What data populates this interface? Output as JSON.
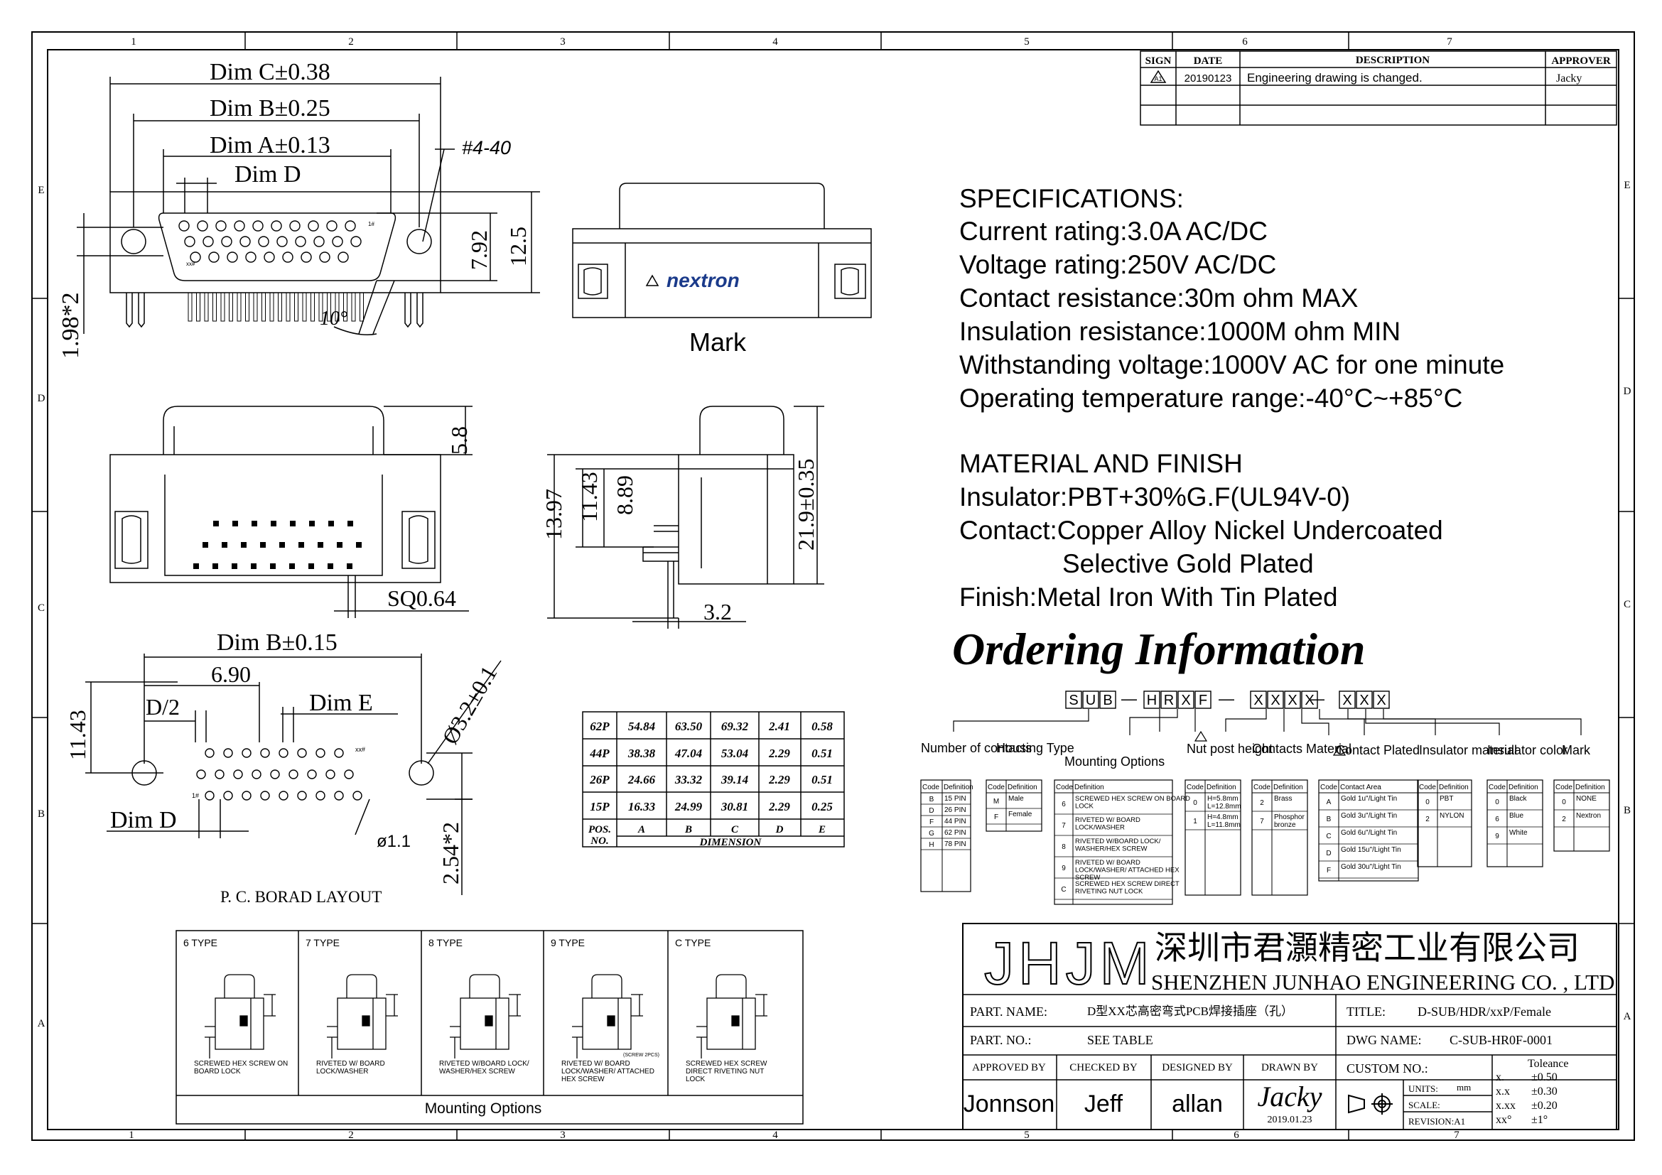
{
  "frame": {
    "cols_top": [
      "1",
      "2",
      "3",
      "4",
      "5",
      "6",
      "7"
    ],
    "cols_bottom": [
      "1",
      "2",
      "3",
      "4",
      "5",
      "6",
      "7"
    ],
    "rows": [
      "E",
      "D",
      "C",
      "B",
      "A"
    ]
  },
  "revision": {
    "headers": {
      "sign": "SIGN",
      "date": "DATE",
      "description": "DESCRIPTION",
      "approver": "APPROVER"
    },
    "rows": [
      {
        "date": "20190123",
        "description": "Engineering  drawing   is changed.",
        "approver": "Jacky"
      }
    ]
  },
  "front_view": {
    "dim_c": "Dim C±0.38",
    "dim_b": "Dim B±0.25",
    "dim_a": "Dim A±0.13",
    "dim_d": "Dim D",
    "thread": "#4-40",
    "h1": "7.92",
    "h2": "12.5",
    "side": "1.98*2",
    "angle": "10°",
    "pin_first": "1#",
    "pin_last": "xx#"
  },
  "mark_view": {
    "brand": "nextron",
    "label": "Mark"
  },
  "bottom_view": {
    "h": "5.8",
    "sq": "SQ0.64"
  },
  "side_view": {
    "d1": "13.97",
    "d2": "11.43",
    "d3": "8.89",
    "d4": "21.9±0.35",
    "d5": "3.2"
  },
  "pcb_layout": {
    "dim_b": "Dim B±0.15",
    "pitch": "6.90",
    "d2": "D/2",
    "dim_e": "Dim E",
    "h": "11.43",
    "hole": "Ø3.2±0.1",
    "pin_first": "1#",
    "pin_last": "xx#",
    "dim_d": "Dim D",
    "pin_hole": "ø1.1",
    "spacing": "2.54*2",
    "title": "P. C. BORAD  LAYOUT"
  },
  "dimension_table": {
    "rows": [
      [
        "62P",
        "54.84",
        "63.50",
        "69.32",
        "2.41",
        "0.58"
      ],
      [
        "44P",
        "38.38",
        "47.04",
        "53.04",
        "2.29",
        "0.51"
      ],
      [
        "26P",
        "24.66",
        "33.32",
        "39.14",
        "2.29",
        "0.51"
      ],
      [
        "15P",
        "16.33",
        "24.99",
        "30.81",
        "2.29",
        "0.25"
      ]
    ],
    "pos_label_1": "POS.",
    "pos_label_2": "NO.",
    "cols": [
      "A",
      "B",
      "C",
      "D",
      "E"
    ],
    "dimension_label": "DIMENSION"
  },
  "specifications": {
    "title": "SPECIFICATIONS:",
    "lines": [
      "Current rating:3.0A AC/DC",
      "Voltage rating:250V AC/DC",
      "Contact resistance:30m ohm MAX",
      "Insulation resistance:1000M ohm MIN",
      "Withstanding voltage:1000V AC for one minute",
      "Operating temperature range:-40°C~+85°C"
    ],
    "material_title": "MATERIAL AND FINISH",
    "material_lines": [
      "Insulator:PBT+30%G.F(UL94V-0)",
      "Contact:Copper Alloy Nickel Undercoated",
      "Selective Gold Plated",
      "Finish:Metal Iron With Tin Plated"
    ]
  },
  "ordering": {
    "title": "Ordering Information",
    "code_boxes": [
      [
        "S",
        "U",
        "B"
      ],
      [
        "H",
        "R",
        "X",
        "F"
      ],
      [
        "X",
        "X",
        "X",
        "X"
      ],
      [
        "X",
        "X",
        "X"
      ]
    ],
    "dash": "—",
    "labels": [
      "Number of contacts",
      "Housing Type",
      "Mounting Options",
      "Nut post height",
      "Contacts Material",
      "Contact Plated",
      "Insulator material",
      "Insulator color",
      "Mark"
    ],
    "code_h": "Code",
    "def_h": "Definition",
    "contact_area_h": "Contact Area",
    "t_contacts": [
      [
        "B",
        "15 PIN"
      ],
      [
        "D",
        "26 PIN"
      ],
      [
        "F",
        "44 PIN"
      ],
      [
        "G",
        "62 PIN"
      ],
      [
        "H",
        "78 PIN"
      ]
    ],
    "t_housing": [
      [
        "M",
        "Male"
      ],
      [
        "F",
        "Female"
      ]
    ],
    "t_mounting": [
      [
        "6",
        "SCREWED HEX SCREW ON BOARD LOCK"
      ],
      [
        "7",
        "RIVETED W/ BOARD LOCK/WASHER"
      ],
      [
        "8",
        "RIVETED W/BOARD LOCK/ WASHER/HEX SCREW"
      ],
      [
        "9",
        "RIVETED W/ BOARD LOCK/WASHER/ ATTACHED HEX SCREW"
      ],
      [
        "C",
        "SCREWED HEX SCREW DIRECT RIVETING NUT LOCK"
      ]
    ],
    "t_nut": [
      [
        "0",
        "H=5.8mm L=12.8mm"
      ],
      [
        "1",
        "H=4.8mm L=11.8mm"
      ]
    ],
    "t_material": [
      [
        "2",
        "Brass"
      ],
      [
        "7",
        "Phosphor bronze"
      ]
    ],
    "t_plated": [
      [
        "A",
        "Gold 1u\"/Light Tin"
      ],
      [
        "B",
        "Gold 3u\"/Light Tin"
      ],
      [
        "C",
        "Gold 6u\"/Light Tin"
      ],
      [
        "D",
        "Gold 15u\"/Light Tin"
      ],
      [
        "F",
        "Gold 30u\"/Light Tin"
      ]
    ],
    "t_insmat": [
      [
        "0",
        "PBT"
      ],
      [
        "2",
        "NYLON"
      ]
    ],
    "t_inscolor": [
      [
        "0",
        "Black"
      ],
      [
        "6",
        "Blue"
      ],
      [
        "9",
        "White"
      ]
    ],
    "t_mark": [
      [
        "0",
        "NONE"
      ],
      [
        "2",
        "Nextron"
      ]
    ]
  },
  "mounting_options": {
    "title": "Mounting Options",
    "types": [
      {
        "name": "6  TYPE",
        "caption": "SCREWED HEX SCREW ON BOARD LOCK"
      },
      {
        "name": "7  TYPE",
        "caption": "RIVETED W/ BOARD LOCK/WASHER"
      },
      {
        "name": "8  TYPE",
        "caption": "RIVETED W/BOARD LOCK/ WASHER/HEX SCREW"
      },
      {
        "name": "9  TYPE",
        "caption": "RIVETED W/ BOARD LOCK/WASHER/ ATTACHED HEX SCREW"
      },
      {
        "name": "C  TYPE",
        "caption": "SCREWED HEX SCREW DIRECT RIVETING NUT LOCK"
      }
    ],
    "screw_note": "(SCREW 2PCS)"
  },
  "title_block": {
    "logo": "JHJM",
    "company_cn": "深圳市君灝精密工业有限公司",
    "company_en": "SHENZHEN  JUNHAO  ENGINEERING  CO. , LTD",
    "part_name_label": "PART. NAME:",
    "part_name": "D型XX芯高密弯式PCB焊接插座（孔）",
    "title_label": "TITLE:",
    "title": "D-SUB/HDR/xxP/Female",
    "part_no_label": "PART. NO.:",
    "part_no": "SEE TABLE",
    "dwg_label": "DWG NAME:",
    "dwg": "C-SUB-HR0F-0001",
    "approved_label": "APPROVED BY",
    "approved": "Jonnson",
    "checked_label": "CHECKED BY",
    "checked": "Jeff",
    "designed_label": "DESIGNED BY",
    "designed": "allan",
    "drawn_label": "DRAWN BY",
    "drawn": "Jacky",
    "drawn_date": "2019.01.23",
    "custom_label": "CUSTOM NO.:",
    "units_label": "UNITS:",
    "units": "mm",
    "scale_label": "SCALE:",
    "revision_label": "REVISION:A1",
    "tolerance_title": "Toleance",
    "tolerance": [
      [
        "x.",
        "±0.50"
      ],
      [
        "x.x",
        "±0.30"
      ],
      [
        "x.xx",
        "±0.20"
      ],
      [
        "xx°",
        "±1°"
      ]
    ]
  }
}
